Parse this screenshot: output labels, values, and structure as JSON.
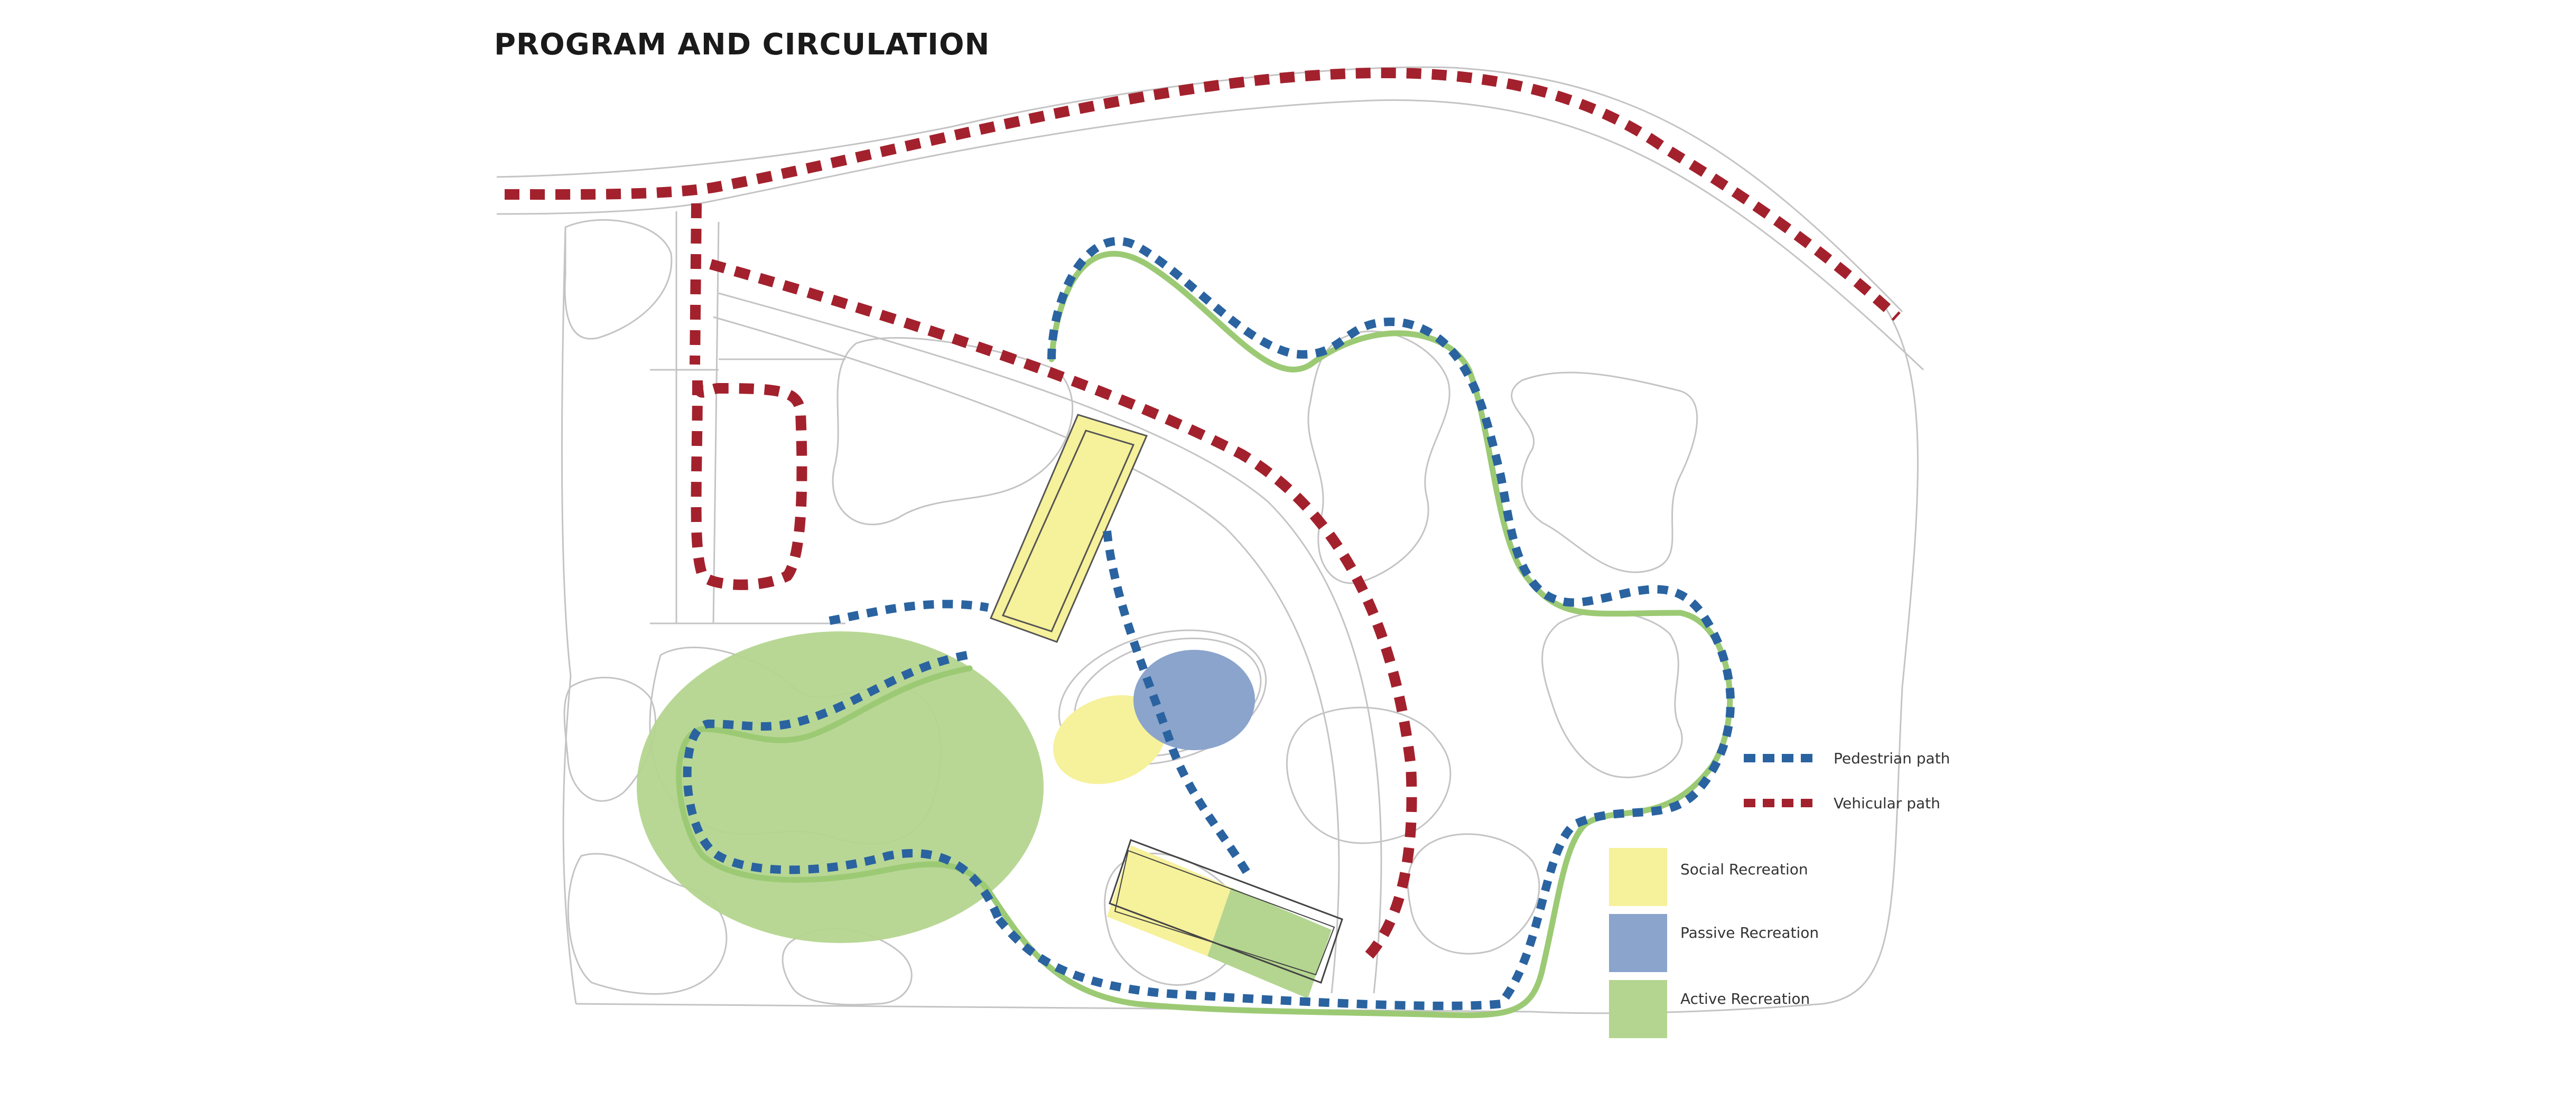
{
  "title": "PROGRAM AND CIRCULATION",
  "colors": {
    "pedestrian": "#2a63a0",
    "vehicular": "#a3212d",
    "social": "#f6f19b",
    "passive": "#8aa4cc",
    "active": "#b4d58f",
    "active_path": "#9cca74",
    "context_line": "#bdbdbd"
  },
  "legend": {
    "pedestrian": "Pedestrian path",
    "vehicular": "Vehicular path",
    "social": "Social Recreation",
    "passive": "Passive Recreation",
    "active": "Active Recreation"
  }
}
